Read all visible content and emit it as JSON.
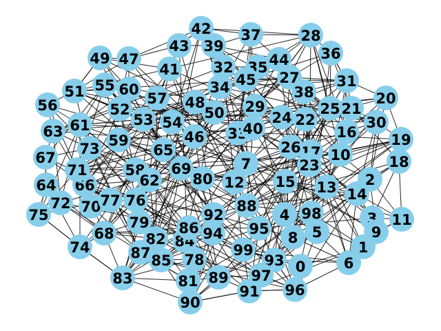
{
  "graph": {
    "style": {
      "node_color": "#87ceeb",
      "edge_color": "#000000",
      "label_color": "#000000",
      "background": "#ffffff"
    },
    "nodes": [
      "0",
      "1",
      "2",
      "3",
      "4",
      "5",
      "6",
      "7",
      "8",
      "9",
      "10",
      "11",
      "12",
      "13",
      "14",
      "15",
      "16",
      "17",
      "18",
      "19",
      "20",
      "21",
      "22",
      "23",
      "24",
      "25",
      "26",
      "27",
      "28",
      "29",
      "30",
      "31",
      "32",
      "33",
      "34",
      "35",
      "36",
      "37",
      "38",
      "39",
      "40",
      "41",
      "42",
      "43",
      "44",
      "45",
      "46",
      "47",
      "48",
      "49",
      "50",
      "51",
      "52",
      "53",
      "54",
      "55",
      "56",
      "57",
      "58",
      "59",
      "60",
      "61",
      "62",
      "63",
      "64",
      "65",
      "66",
      "67",
      "68",
      "69",
      "70",
      "71",
      "72",
      "73",
      "74",
      "75",
      "76",
      "77",
      "78",
      "79",
      "80",
      "81",
      "82",
      "83",
      "84",
      "85",
      "86",
      "87",
      "88",
      "89",
      "90",
      "91",
      "92",
      "93",
      "94",
      "95",
      "96",
      "97",
      "98",
      "99"
    ]
  }
}
